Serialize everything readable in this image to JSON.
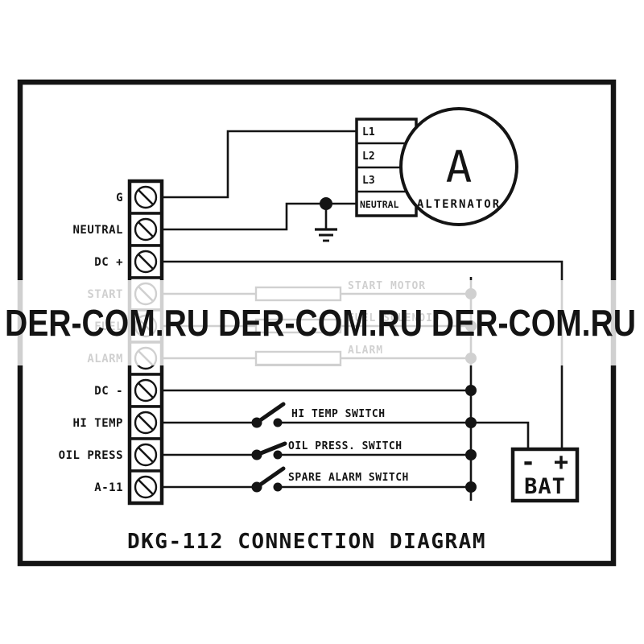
{
  "watermark": {
    "text": "DER-COM.RU DER-COM.RU DER-COM.RU",
    "color": "#6f6f6f"
  },
  "title": "DKG-112 CONNECTION DIAGRAM",
  "terminals": [
    "G",
    "NEUTRAL",
    "DC +",
    "START",
    "FUEL",
    "ALARM",
    "DC -",
    "HI TEMP",
    "OIL PRESS",
    "A-11"
  ],
  "alternator": {
    "symbol": "A",
    "label": "ALTERNATOR",
    "cells": [
      "L1",
      "L2",
      "L3",
      "NEUTRAL"
    ]
  },
  "coils": {
    "start": "START MOTOR",
    "fuel": "FUEL SOLENOID",
    "alarm": "ALARM"
  },
  "switches": {
    "hi_temp": "HI TEMP SWITCH",
    "oil_press": "OIL PRESS. SWITCH",
    "spare": "SPARE ALARM SWITCH"
  },
  "battery": {
    "minus": "-",
    "plus": "+",
    "label": "BAT"
  },
  "colors": {
    "line": "#141414",
    "watermark": "#6f6f6f",
    "faded_overlay": "#ffffff"
  }
}
